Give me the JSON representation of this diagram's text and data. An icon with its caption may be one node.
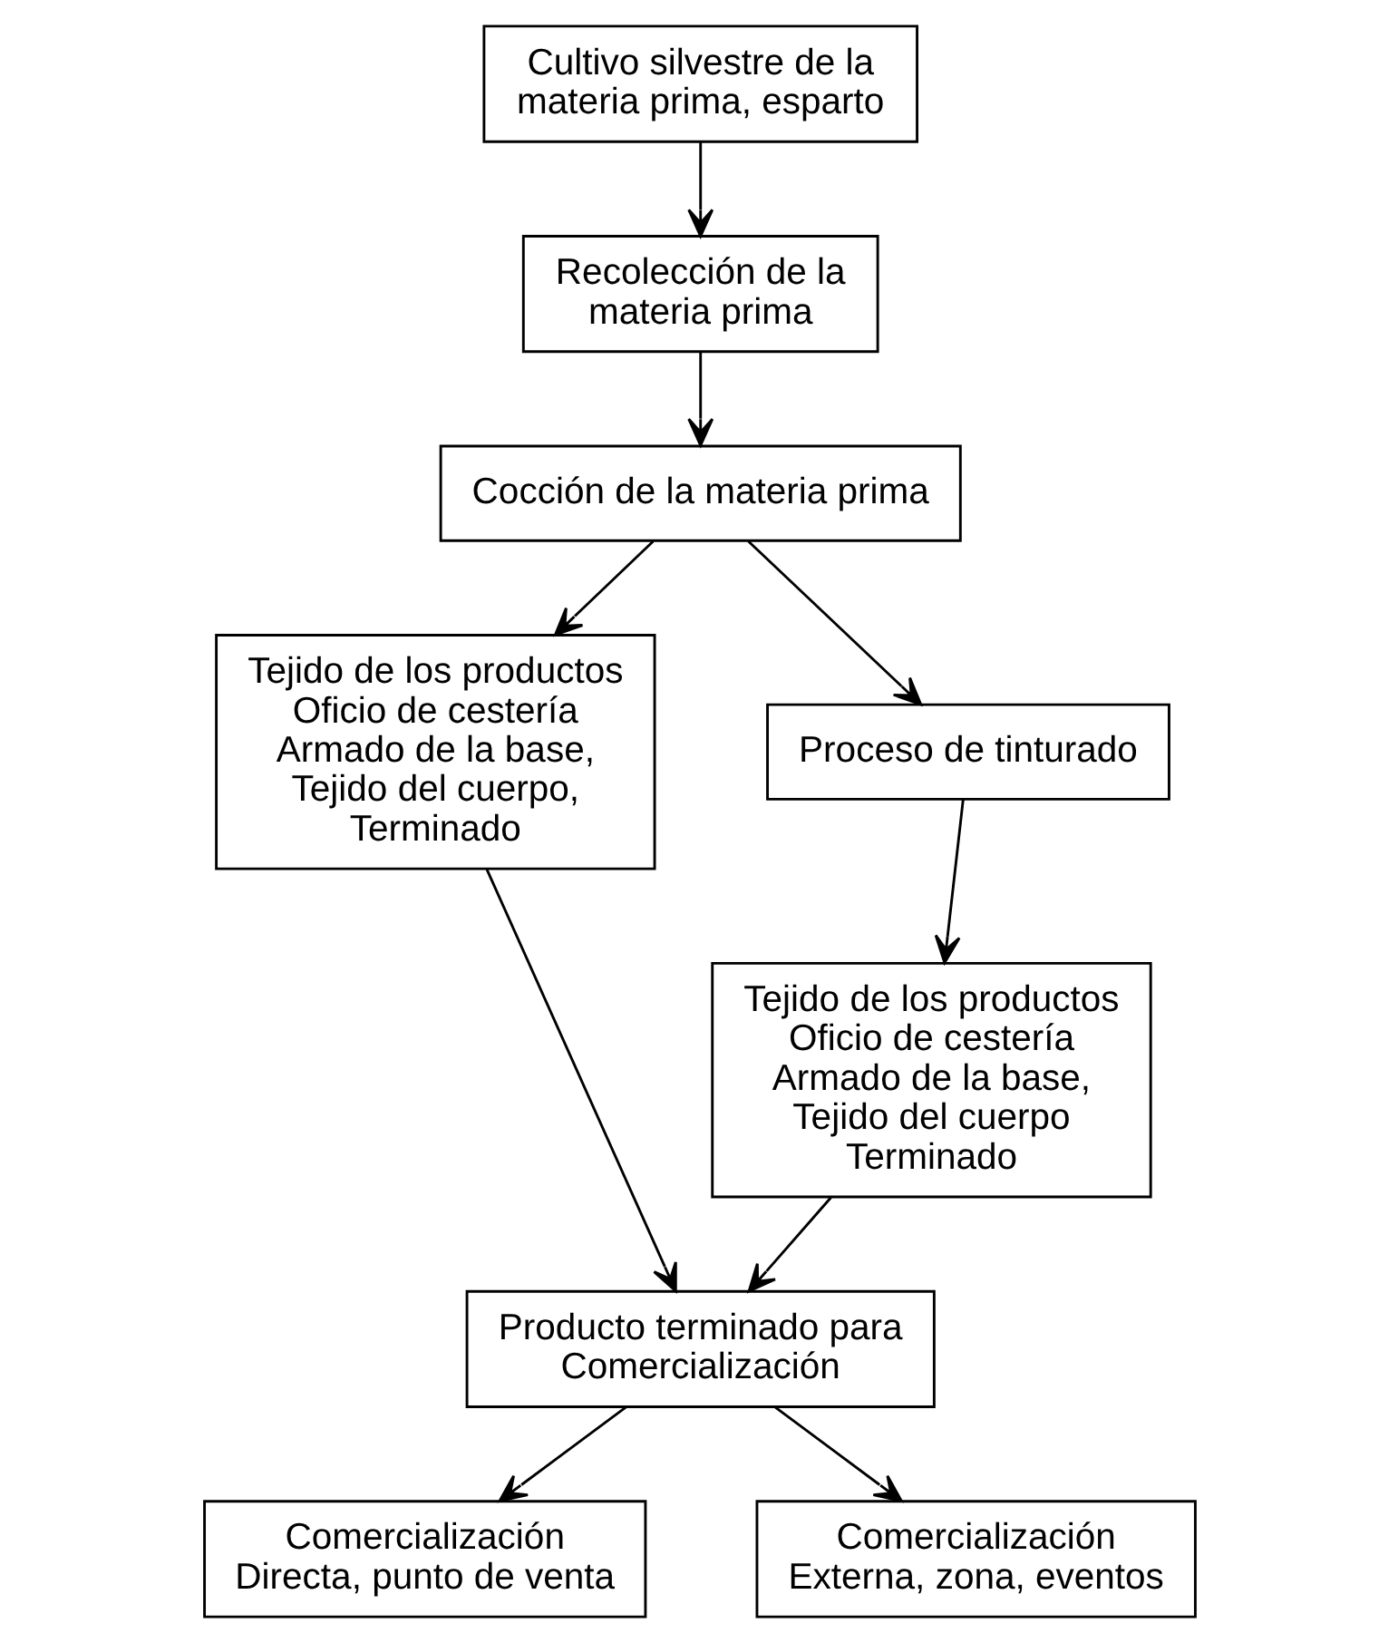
{
  "diagram": {
    "nodes": [
      {
        "text": [
          "Cultivo silvestre de la materia prima, esparto"
        ]
      },
      {
        "text": [
          "Recolección de la materia prima"
        ]
      },
      {
        "text": [
          "Cocción de la materia prima"
        ]
      },
      {
        "text": [
          "Tejido de los productos",
          "Oficio de cestería",
          "Armado de la base, Tejido del cuerpo, Terminado"
        ]
      },
      {
        "text": [
          "Proceso de tinturado"
        ]
      },
      {
        "text": [
          "Tejido de los productos",
          "Oficio de cestería",
          "Armado de la base, Tejido del cuerpo Terminado"
        ]
      },
      {
        "text": [
          "Producto terminado para Comercialización"
        ]
      },
      {
        "text": [
          "Comercialización",
          "Directa, punto de venta"
        ]
      },
      {
        "text": [
          "Comercialización",
          "Externa, zona, eventos"
        ]
      }
    ],
    "edges": [
      {
        "from": 0,
        "to": 1,
        "arrow": "to"
      },
      {
        "from": 1,
        "to": 2,
        "arrow": "to"
      },
      {
        "from": 2,
        "to": 3,
        "arrow": "to"
      },
      {
        "from": 2,
        "to": 4,
        "arrow": "to"
      },
      {
        "from": 4,
        "to": 5,
        "arrow": "to"
      },
      {
        "from": 3,
        "to": 6,
        "arrow": "to"
      },
      {
        "from": 5,
        "to": 6,
        "arrow": "to"
      },
      {
        "from": 6,
        "to": 7,
        "arrow": "to"
      },
      {
        "from": 6,
        "to": 8,
        "arrow": "to"
      }
    ]
  }
}
